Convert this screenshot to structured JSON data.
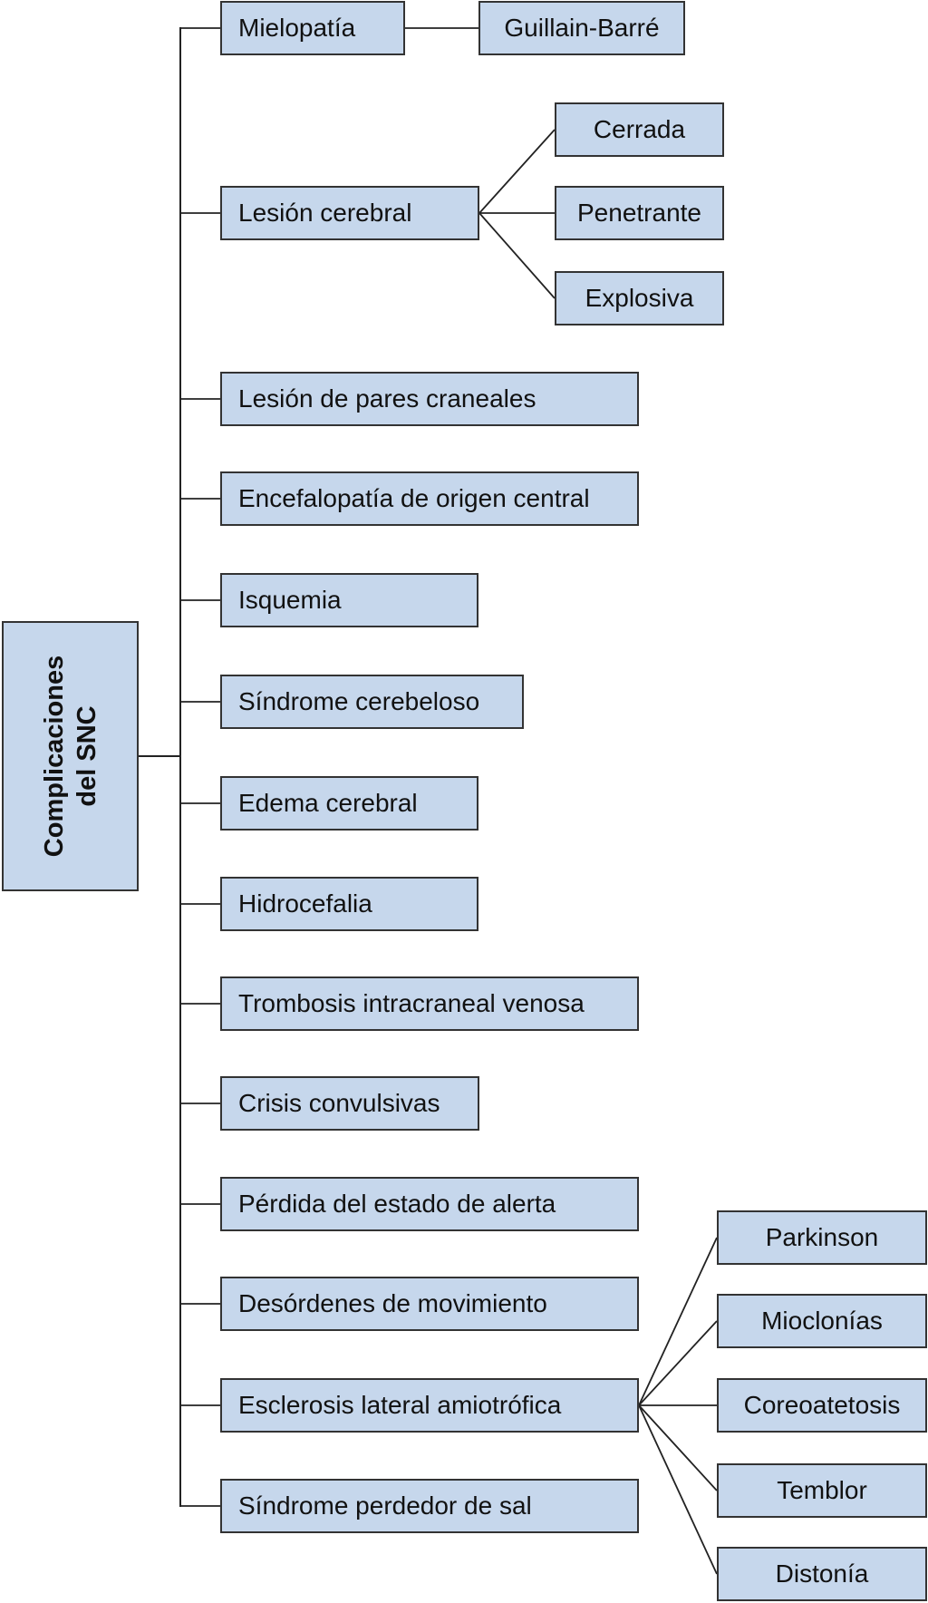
{
  "root": {
    "line1": "Complicaciones",
    "line2": "del SNC"
  },
  "branches": [
    {
      "label": "Mielopatía",
      "children": [
        "Guillain-Barré"
      ]
    },
    {
      "label": "Lesión cerebral",
      "children": [
        "Cerrada",
        "Penetrante",
        "Explosiva"
      ]
    },
    {
      "label": "Lesión de pares craneales"
    },
    {
      "label": "Encefalopatía de origen central"
    },
    {
      "label": "Isquemia"
    },
    {
      "label": "Síndrome cerebeloso"
    },
    {
      "label": "Edema cerebral"
    },
    {
      "label": "Hidrocefalia"
    },
    {
      "label": "Trombosis intracraneal venosa"
    },
    {
      "label": "Crisis convulsivas"
    },
    {
      "label": "Pérdida del estado de alerta"
    },
    {
      "label": "Desórdenes de movimiento"
    },
    {
      "label": "Esclerosis lateral amiotrófica",
      "children": [
        "Parkinson",
        "Mioclonías",
        "Coreoatetosis",
        "Temblor",
        "Distonía"
      ]
    },
    {
      "label": "Síndrome perdedor de sal"
    }
  ],
  "colors": {
    "box_fill": "#c6d7ec",
    "box_border": "#333333",
    "line": "#222222"
  }
}
